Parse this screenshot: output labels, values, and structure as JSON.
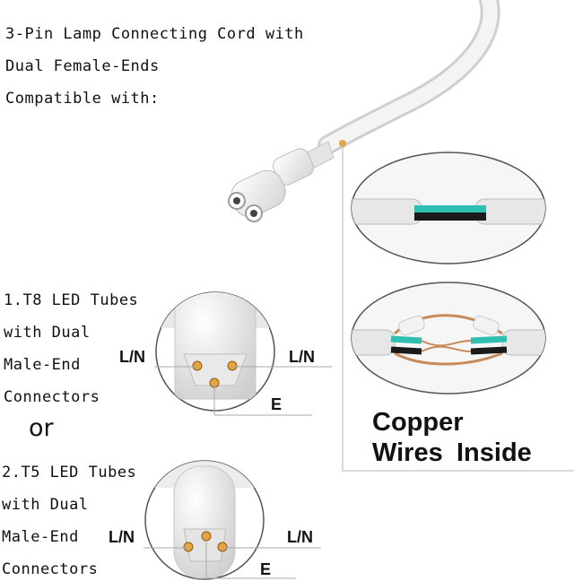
{
  "intro": {
    "line1": "3-Pin Lamp Connecting Cord with",
    "line2": "Dual Female-Ends",
    "line3": "Compatible with:"
  },
  "option1": {
    "line1": "1.T8 LED Tubes",
    "line2": "with Dual",
    "line3": "Male-End",
    "line4": "Connectors"
  },
  "or_text": "or",
  "option2": {
    "line1": "2.T5 LED Tubes",
    "line2": "with Dual",
    "line3": "Male-End",
    "line4": "Connectors"
  },
  "labels": {
    "t8_left": "L/N",
    "t8_right": "L/N",
    "t8_earth": "E",
    "t5_left": "L/N",
    "t5_right": "L/N",
    "t5_earth": "E"
  },
  "copper": {
    "line1": "Copper",
    "line2a": "Wires",
    "line2b": "Inside"
  },
  "colors": {
    "cord": "#eeeeee",
    "pin": "#e8a33c",
    "wire_teal": "#2fbfb2",
    "wire_black": "#1a1a1a",
    "copper": "#c98a5a"
  }
}
